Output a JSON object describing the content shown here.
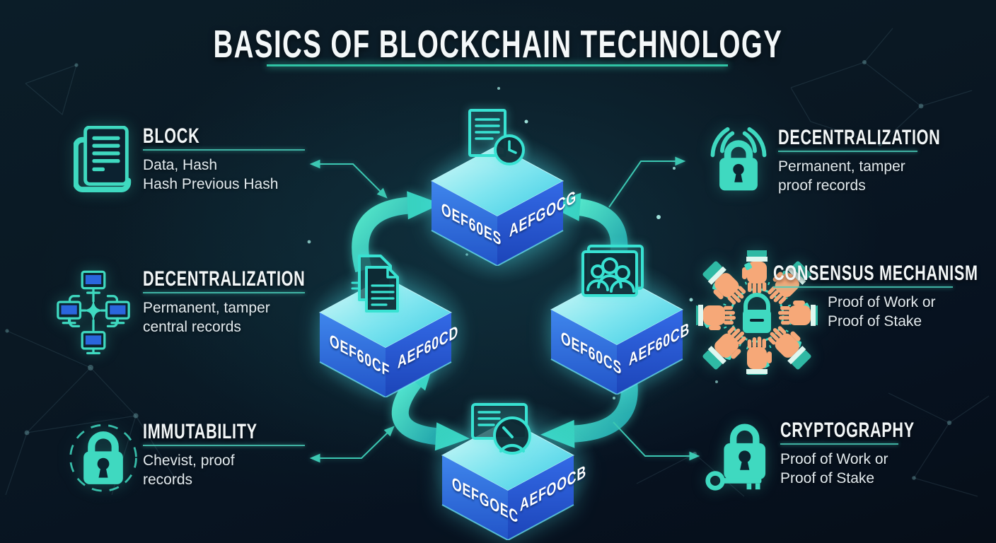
{
  "title": "BASICS OF BLOCKCHAIN TECHNOLOGY",
  "sections": {
    "block": {
      "title": "BLOCK",
      "lines": [
        "Data, Hash",
        "Hash Previous Hash"
      ]
    },
    "decentralization_left": {
      "title": "DECENTRALIZATION",
      "lines": [
        "Permanent, tamper",
        "central records"
      ]
    },
    "immutability": {
      "title": "IMMUTABILITY",
      "lines": [
        "Chevist, proof",
        "records"
      ]
    },
    "decentralization_right": {
      "title": "DECENTRALIZATION",
      "lines": [
        "Permanent, tamper",
        "proof records"
      ]
    },
    "consensus": {
      "title": "CONSENSUS MECHANISM",
      "lines": [
        "Proof of Work or",
        "Proof of Stake"
      ]
    },
    "cryptography": {
      "title": "CRYPTOGRAPHY",
      "lines": [
        "Proof of Work or",
        "Proof of Stake"
      ]
    }
  },
  "cubes": {
    "top": {
      "left_face": "OEF60ES",
      "right_face": "AEFGOCG"
    },
    "left": {
      "left_face": "OEF60CF",
      "right_face": "AEF60CD"
    },
    "right": {
      "left_face": "OEF60CS",
      "right_face": "AEF60CB"
    },
    "bottom": {
      "left_face": "OEFGOEC",
      "right_face": "AEFOOCB"
    }
  },
  "icons": {
    "block": "document-stack-icon",
    "decentralization_left": "computer-network-icon",
    "immutability": "padlock-dashed-circle-icon",
    "decentralization_right": "padlock-signal-icon",
    "consensus": "hands-around-lock-icon",
    "cryptography": "padlock-key-icon",
    "cube_top": "document-clock-icon",
    "cube_left": "documents-icon",
    "cube_right": "people-group-icon",
    "cube_bottom": "gauge-card-icon"
  },
  "colors": {
    "accent_teal": "#3fd9c0",
    "underline_teal": "#2fc3a4",
    "cube_blue": "#2c63d8",
    "cube_top_cyan": "#52d8ea",
    "hand_orange": "#f6a878",
    "background": "#0a1823",
    "text_white": "#f3f7f8"
  }
}
